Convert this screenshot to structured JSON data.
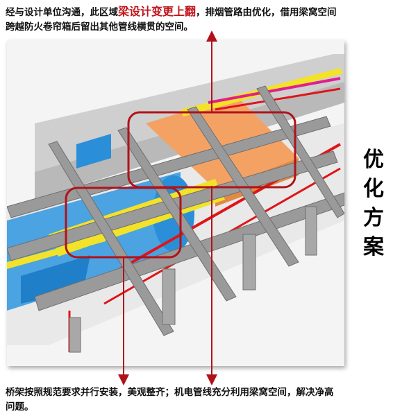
{
  "top_caption": {
    "part1": "经与设计单位沟通，此区域",
    "highlight": "梁设计变更上翻",
    "part2": "，排烟管路由优化，借用梁窝空间跨越防火卷帘箱后留出其他管线横贯的空间。"
  },
  "bottom_caption": "桥架按照规范要求并行安装，美观整齐；机电管线充分利用梁窝空间，解决净高问题。",
  "side_title": [
    "优",
    "化",
    "方",
    "案"
  ],
  "colors": {
    "highlight_text": "#c0141c",
    "callout_box": "#b0121a",
    "beam": "#8f8f8f",
    "duct_blue": "#2a8fd8",
    "smoke_duct_orange": "#f4a264",
    "cable_tray_yellow": "#f2e22a",
    "pipe_red": "#e01418",
    "pipe_magenta": "#e0208a"
  }
}
